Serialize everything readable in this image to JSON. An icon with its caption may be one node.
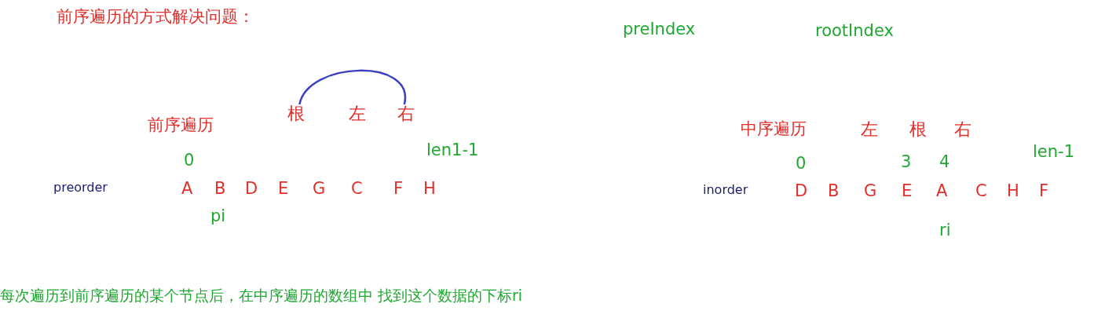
{
  "diagram": {
    "title": "前序遍历的方式解决问题：",
    "caption": "每次遍历到前序遍历的某个节点后，在中序遍历的数组中 找到这个数据的下标ri",
    "nodes": [
      {
        "text": [
          "根"
        ]
      },
      {
        "text": [
          "右"
        ]
      }
    ],
    "edges": [
      {
        "from": 0,
        "to": 1,
        "arrow": "none",
        "color": "#3b3fc0"
      }
    ],
    "labels": [
      "preIndex",
      "rootIndex",
      "前序遍历",
      "左",
      "中序遍历",
      "左",
      "根",
      "右",
      "0",
      "len1-1",
      "0",
      "3",
      "4",
      "len-1",
      "preorder",
      "A",
      "B",
      "D",
      "E",
      "G",
      "C",
      "F",
      "H",
      "inorder",
      "D",
      "B",
      "G",
      "E",
      "A",
      "C",
      "H",
      "F",
      "pi",
      "ri"
    ]
  }
}
